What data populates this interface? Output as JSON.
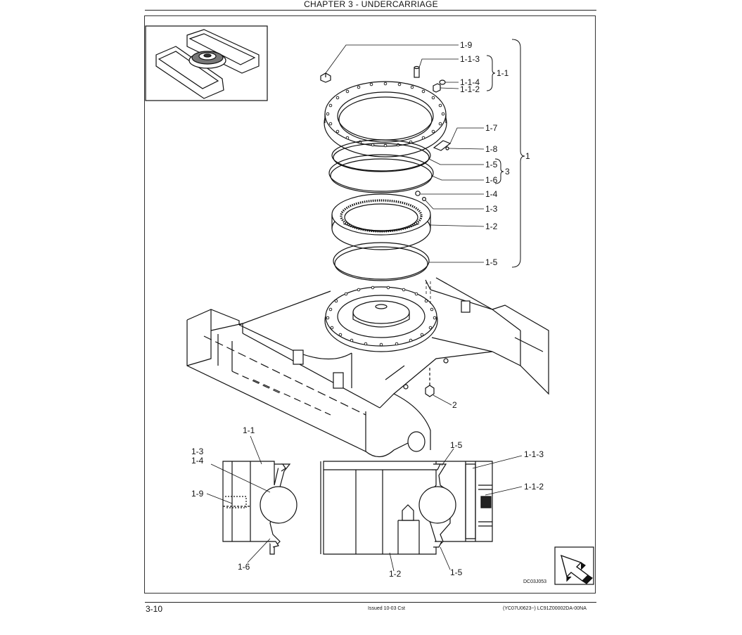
{
  "header": {
    "chapter_title": "CHAPTER 3 - UNDERCARRIAGE"
  },
  "footer": {
    "page_number": "3-10",
    "issued": "Issued 10-03   Cst",
    "doc_ref": "(YC07U0623~)   LC91Z00002DA-00NA"
  },
  "figure": {
    "id": "DC03J053",
    "callouts": {
      "c_1_9": "1-9",
      "c_1_1_3": "1-1-3",
      "c_1_1_4": "1-1-4",
      "c_1_1_2": "1-1-2",
      "c_1_1": "1-1",
      "c_1_7": "1-7",
      "c_1_8": "1-8",
      "c_1_5a": "1-5",
      "c_1_6": "1-6",
      "c_3": "3",
      "c_1": "1",
      "c_1_4": "1-4",
      "c_1_3": "1-3",
      "c_1_2": "1-2",
      "c_1_5b": "1-5",
      "c_2": "2"
    },
    "section_callouts": {
      "s_1_1": "1-1",
      "s_1_3": "1-3",
      "s_1_4": "1-4",
      "s_1_9": "1-9",
      "s_1_6": "1-6",
      "s_1_2": "1-2",
      "s_1_5_top": "1-5",
      "s_1_5_bot": "1-5",
      "s_1_1_3": "1-1-3",
      "s_1_1_2": "1-1-2"
    }
  }
}
